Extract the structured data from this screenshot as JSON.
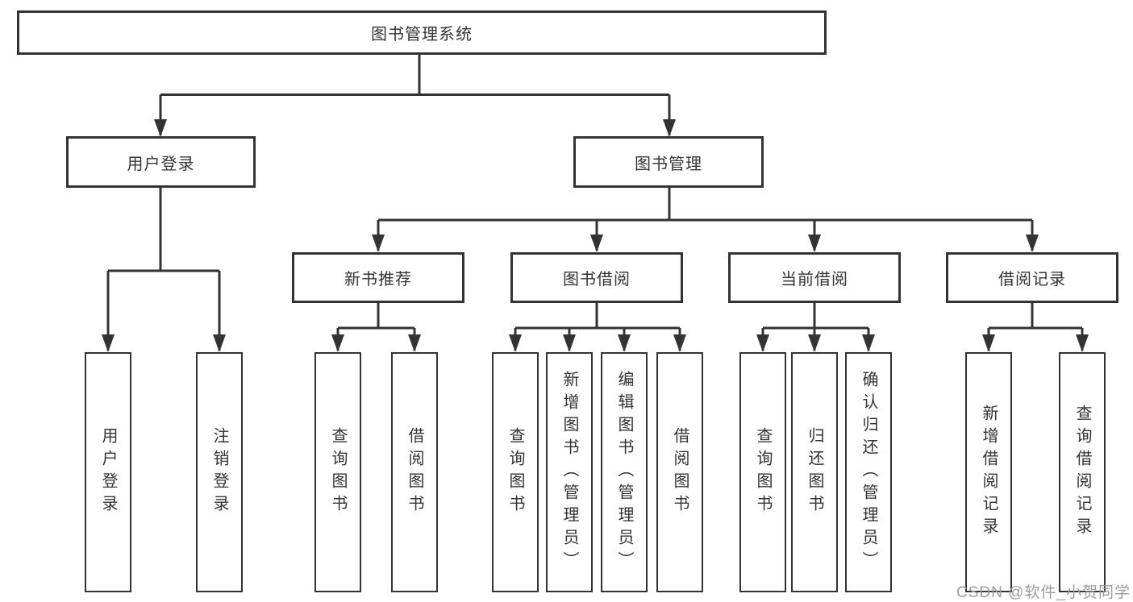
{
  "tree": {
    "root": {
      "label": "图书管理系统",
      "children": [
        {
          "label": "用户登录",
          "children": [
            "用户登录",
            "注销登录"
          ]
        },
        {
          "label": "图书管理",
          "children": [
            {
              "label": "新书推荐",
              "children": [
                "查询图书",
                "借阅图书"
              ]
            },
            {
              "label": "图书借阅",
              "children": [
                "查询图书",
                "新增图书（管理员）",
                "编辑图书（管理员）",
                "借阅图书"
              ]
            },
            {
              "label": "当前借阅",
              "children": [
                "查询图书",
                "归还图书",
                "确认归还（管理员）"
              ]
            },
            {
              "label": "借阅记录",
              "children": [
                "新增借阅记录",
                "查询借阅记录"
              ]
            }
          ]
        }
      ]
    }
  },
  "watermark": {
    "text": "CSDN @软件_小贺同学"
  },
  "colors": {
    "line": "#333333",
    "box_border": "#333333",
    "text": "#333333",
    "watermark": "#9b9b9b",
    "background": "#ffffff"
  }
}
